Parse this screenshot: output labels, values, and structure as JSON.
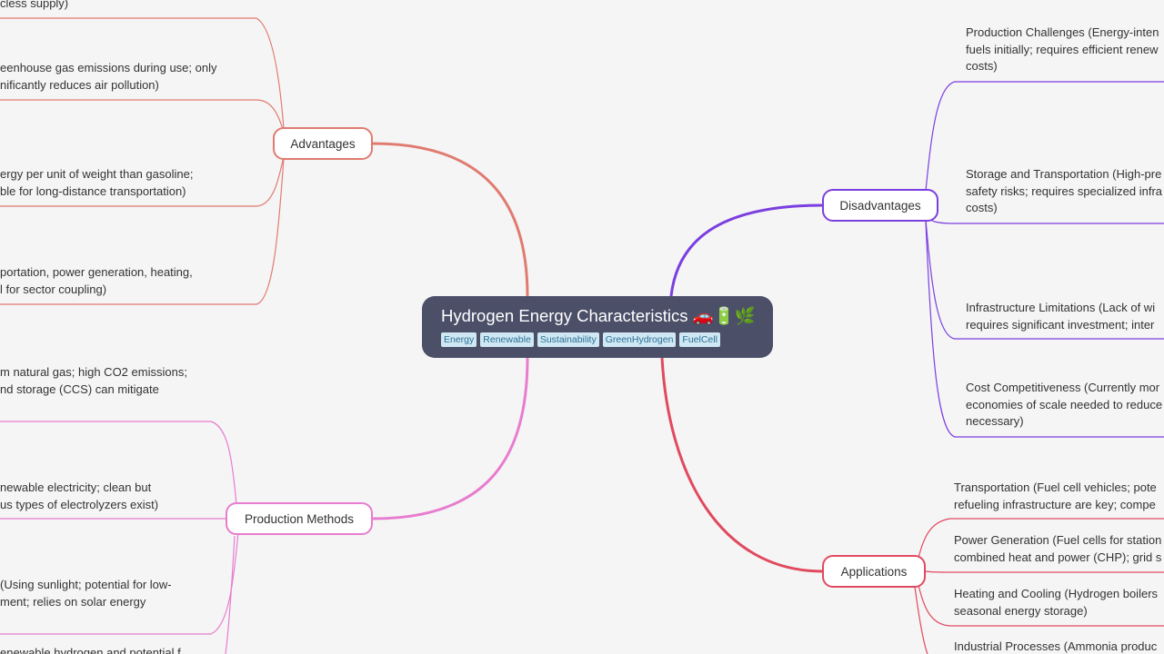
{
  "root": {
    "title": "Hydrogen Energy Characteristics 🚗🔋🌿",
    "tags": [
      "Energy",
      "Renewable",
      "Sustainability",
      "GreenHydrogen",
      "FuelCell"
    ]
  },
  "colors": {
    "advantages": "#e07b70",
    "disadvantages": "#7b3fe0",
    "production": "#e87ccf",
    "applications": "#e04a5f",
    "root_bg": "#4b4f68"
  },
  "branches": {
    "advantages": "Advantages",
    "disadvantages": "Disadvantages",
    "production": "Production Methods",
    "applications": "Applications"
  },
  "advantages_leaves": [
    "cless supply)",
    "eenhouse gas emissions during use; only\nnificantly reduces air pollution)",
    "ergy per unit of weight than gasoline;\nble for long-distance transportation)",
    "portation, power generation, heating,\nl for sector coupling)"
  ],
  "production_leaves": [
    "m natural gas; high CO2 emissions;\nnd storage (CCS) can mitigate",
    "newable electricity; clean but\nus types of electrolyzers exist)",
    "(Using sunlight; potential for low-\nment; relies on solar energy",
    "enewable hydrogen and potential f"
  ],
  "disadvantages_leaves": [
    "Production Challenges (Energy-inten\nfuels initially; requires efficient renew\ncosts)",
    "Storage and Transportation (High-pre\nsafety risks; requires specialized infra\ncosts)",
    "Infrastructure Limitations (Lack of wi\nrequires significant investment; inter",
    "Cost Competitiveness (Currently mor\neconomies of scale needed to reduce\nnecessary)"
  ],
  "applications_leaves": [
    "Transportation (Fuel cell vehicles; pote\nrefueling infrastructure are key; compe",
    "Power Generation (Fuel cells for station\ncombined heat and power (CHP); grid s",
    "Heating and Cooling (Hydrogen boilers\nseasonal energy storage)",
    "Industrial Processes (Ammonia produc"
  ]
}
